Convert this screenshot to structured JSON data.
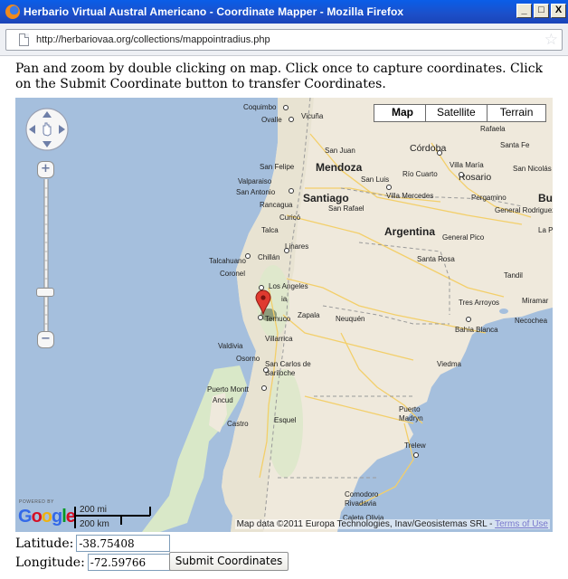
{
  "window": {
    "title": "Herbario Virtual Austral Americano - Coordinate Mapper - Mozilla Firefox",
    "minimize": "_",
    "maximize": "□",
    "close": "X"
  },
  "address_bar": {
    "url": "http://herbariovaa.org/collections/mappointradius.php",
    "page_icon": "page-icon",
    "bookmark_icon": "star-icon"
  },
  "instructions": "Pan and zoom by double clicking on map. Click once to capture coordinates. Click on the Submit Coordinate button to transfer Coordinates.",
  "map": {
    "type_buttons": [
      "Map",
      "Satellite",
      "Terrain"
    ],
    "selected_type": "Map",
    "zoom_in": "+",
    "zoom_out": "−",
    "scale_mi": "200 mi",
    "scale_km": "200 km",
    "powered_by": "POWERED BY",
    "logo": "Google",
    "attribution": "Map data ©2011 Europa Technologies, Inav/Geosistemas SRL -",
    "terms_link": "Terms of Use",
    "countries": [
      "Argentina"
    ],
    "cities": [
      "Coquimbo",
      "Ovalle",
      "Vicuña",
      "Rafaela",
      "San Juan",
      "Córdoba",
      "Santa Fe",
      "San Felipe",
      "Mendoza",
      "Villa María",
      "San Nicolás de los Arroyos",
      "Valparaiso",
      "San Luis",
      "Río Cuarto",
      "Rosario",
      "San Antonio",
      "Santiago",
      "Villa Mercedes",
      "Pergamino",
      "Bu",
      "Rancagua",
      "San Rafael",
      "General Rodriguez",
      "La P",
      "Curicó",
      "Talca",
      "Linares",
      "General Pico",
      "Talcahuano",
      "Chillán",
      "Santa Rosa",
      "Coronel",
      "Tandil",
      "Los Angeles",
      "Tres Arroyos",
      "Miramar",
      "Temuco",
      "Zapala",
      "Neuquén",
      "Necochea",
      "Villarrica",
      "Bahía Blanca",
      "Valdivia",
      "Osorno",
      "Viedma",
      "San Carlos de Bariloche",
      "Puerto Montt",
      "Ancud",
      "Castro",
      "Esquel",
      "Puerto Madryn",
      "Trelew",
      "Comodoro Rivadavia",
      "Caleta Olivia",
      "ia"
    ]
  },
  "form": {
    "latitude_label": "Latitude:",
    "latitude_value": "-38.75408",
    "longitude_label": "Longitude:",
    "longitude_value": "-72.59766",
    "submit_label": "Submit Coordinates"
  },
  "colors": {
    "titlebar": "#0a5ee8",
    "water": "#a5bfdd",
    "land": "#f0ecdf",
    "marker": "#e03a2f"
  }
}
